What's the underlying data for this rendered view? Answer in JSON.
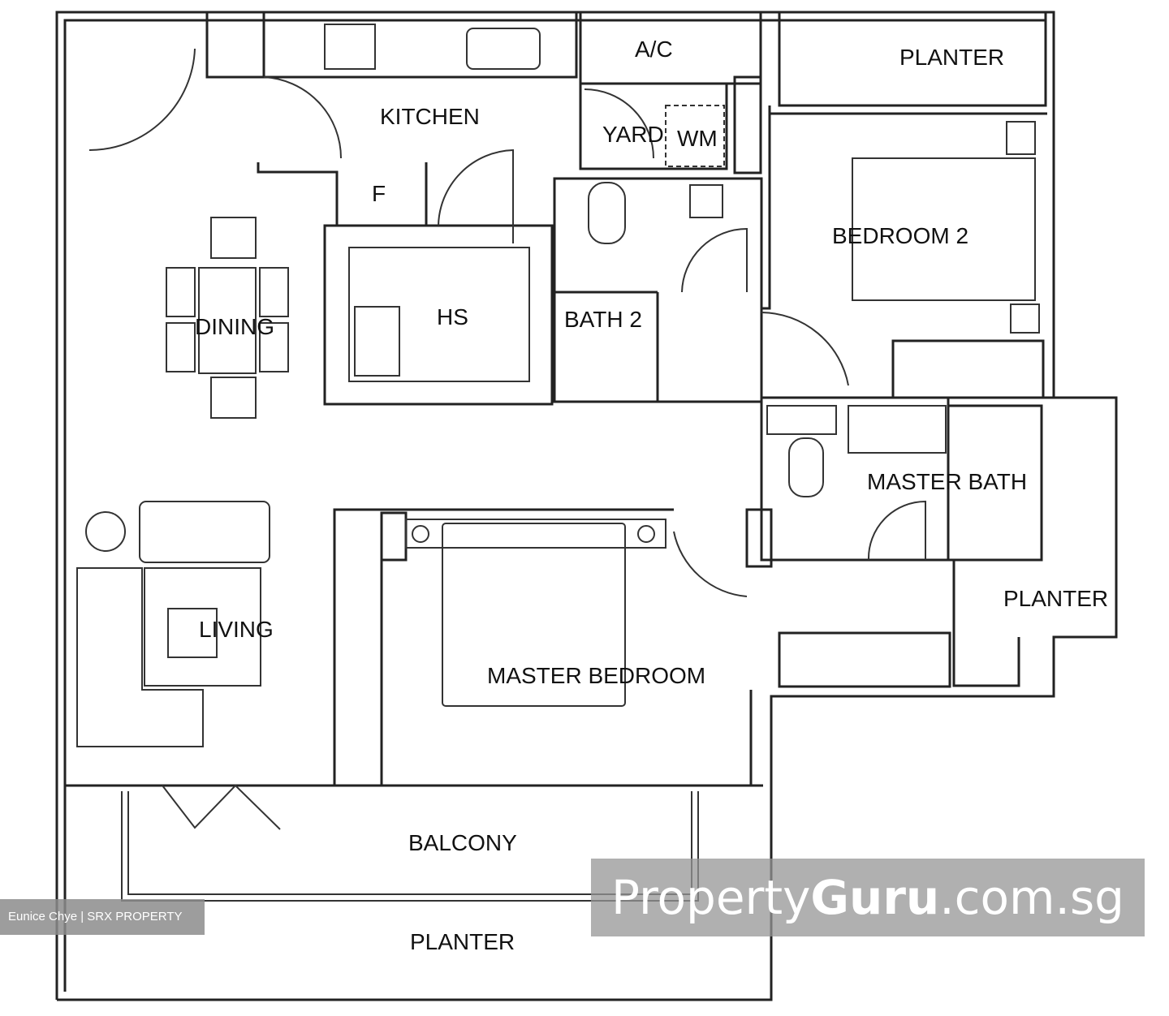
{
  "rooms": {
    "kitchen": "KITCHEN",
    "ac": "A/C",
    "planter_top": "PLANTER",
    "yard": "YARD",
    "wm": "WM",
    "fridge": "F",
    "dining": "DINING",
    "hs": "HS",
    "bath2": "BATH 2",
    "bedroom2": "BEDROOM 2",
    "master_bath": "MASTER BATH",
    "planter_right": "PLANTER",
    "living": "LIVING",
    "master_bedroom": "MASTER BEDROOM",
    "balcony": "BALCONY",
    "planter_bottom": "PLANTER"
  },
  "watermark": {
    "part1": "Property",
    "part2": "Guru",
    "part3": ".com.sg"
  },
  "credit": "Eunice Chye | SRX PROPERTY"
}
